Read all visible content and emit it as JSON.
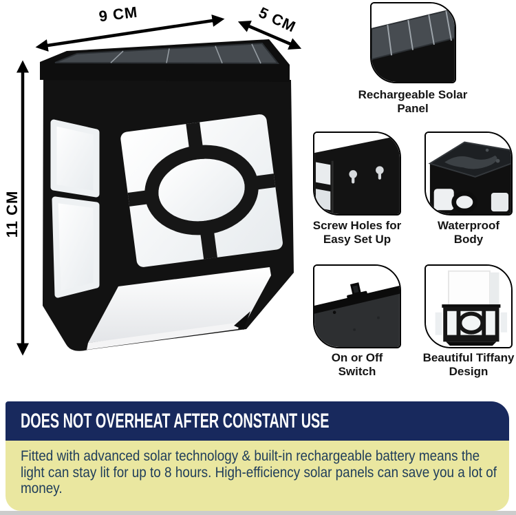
{
  "dimensions": {
    "width_label": "9 CM",
    "depth_label": "5 CM",
    "height_label": "11 CM"
  },
  "features": [
    {
      "label": "Rechargeable Solar Panel",
      "icon": "solar-panel-icon"
    },
    {
      "label": "Screw Holes for Easy Set Up",
      "icon": "screw-holes-icon"
    },
    {
      "label": "Waterproof Body",
      "icon": "waterproof-body-icon"
    },
    {
      "label": "On or Off Switch",
      "icon": "on-off-switch-icon"
    },
    {
      "label": "Beautiful Tiffany Design",
      "icon": "tiffany-design-icon"
    }
  ],
  "banner": {
    "title": "DOES NOT OVERHEAT AFTER CONSTANT USE",
    "background": "#18295d",
    "text_color": "#ffffff"
  },
  "description": {
    "text": "Fitted with advanced solar technology & built-in rechargeable battery means the light can stay lit for up to 8 hours. High-efficiency solar panels can save you a lot of money.",
    "background": "#eae7a0",
    "text_color": "#1e3c5a"
  },
  "colors": {
    "product_black": "#141414",
    "solar_panel_grey": "#454a4f",
    "panel_white": "#f4f6f8"
  }
}
